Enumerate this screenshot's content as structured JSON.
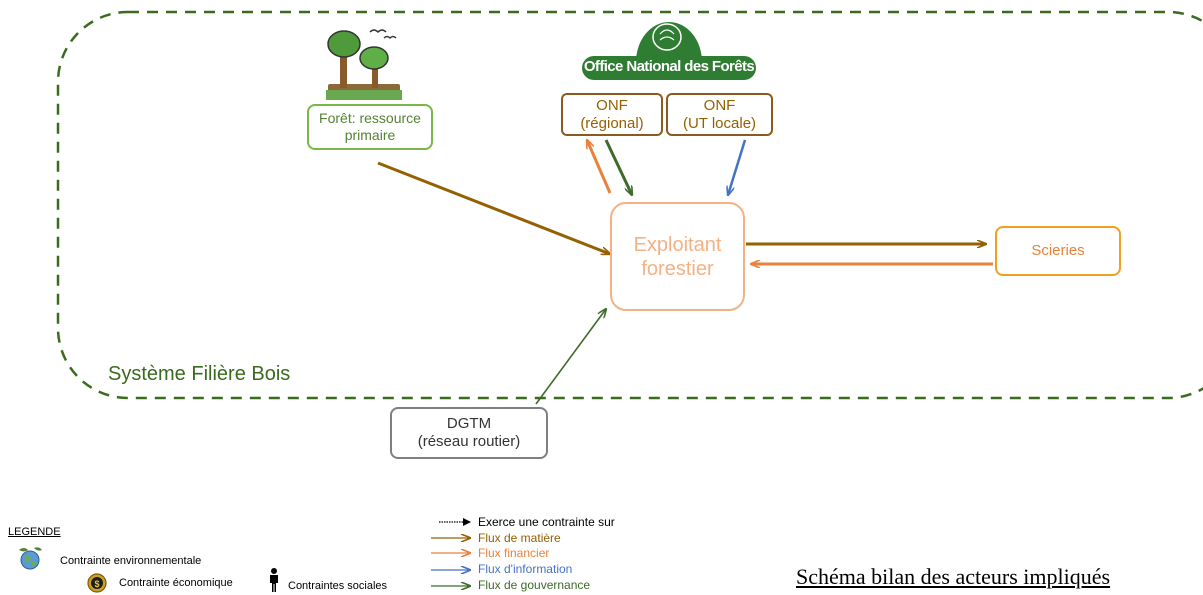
{
  "system_label": "Système Filière Bois",
  "logo": {
    "text": "Office National des Forêts"
  },
  "nodes": {
    "foret": {
      "line1": "Forêt: ressource",
      "line2": "primaire"
    },
    "onf_regional": {
      "line1": "ONF",
      "line2": "(régional)"
    },
    "onf_local": {
      "line1": "ONF",
      "line2": "(UT locale)"
    },
    "exploitant": {
      "line1": "Exploitant",
      "line2": "forestier"
    },
    "scieries": {
      "line1": "Scieries"
    },
    "dgtm": {
      "line1": "DGTM",
      "line2": "(réseau routier)"
    }
  },
  "legend": {
    "title": "LEGENDE",
    "env": "Contrainte environnementale",
    "eco": "Contrainte économique",
    "soc": "Contraintes sociales",
    "arrows": [
      {
        "label": "Exerce une contrainte sur",
        "color": "#000000"
      },
      {
        "label": "Flux de matière",
        "color": "#946100"
      },
      {
        "label": "Flux financier",
        "color": "#e8823c"
      },
      {
        "label": "Flux d'information",
        "color": "#4472c4"
      },
      {
        "label": "Flux de gouvernance",
        "color": "#3e6b2a"
      }
    ]
  },
  "caption": "Schéma bilan des acteurs impliqués",
  "colors": {
    "system_border": "#3a6b1e",
    "matiere": "#946100",
    "financier": "#e8823c",
    "information": "#4472c4",
    "gouvernance": "#3e6b2a",
    "foret_border": "#7ab648",
    "onf_border": "#8b5a1e",
    "exploitant_border": "#f4b183",
    "scieries_border": "#f0a020",
    "dgtm_border": "#7f7f7f"
  },
  "icons": [
    "forest-icon",
    "onf-logo",
    "earth-icon",
    "dollar-coin-icon",
    "person-icon"
  ]
}
